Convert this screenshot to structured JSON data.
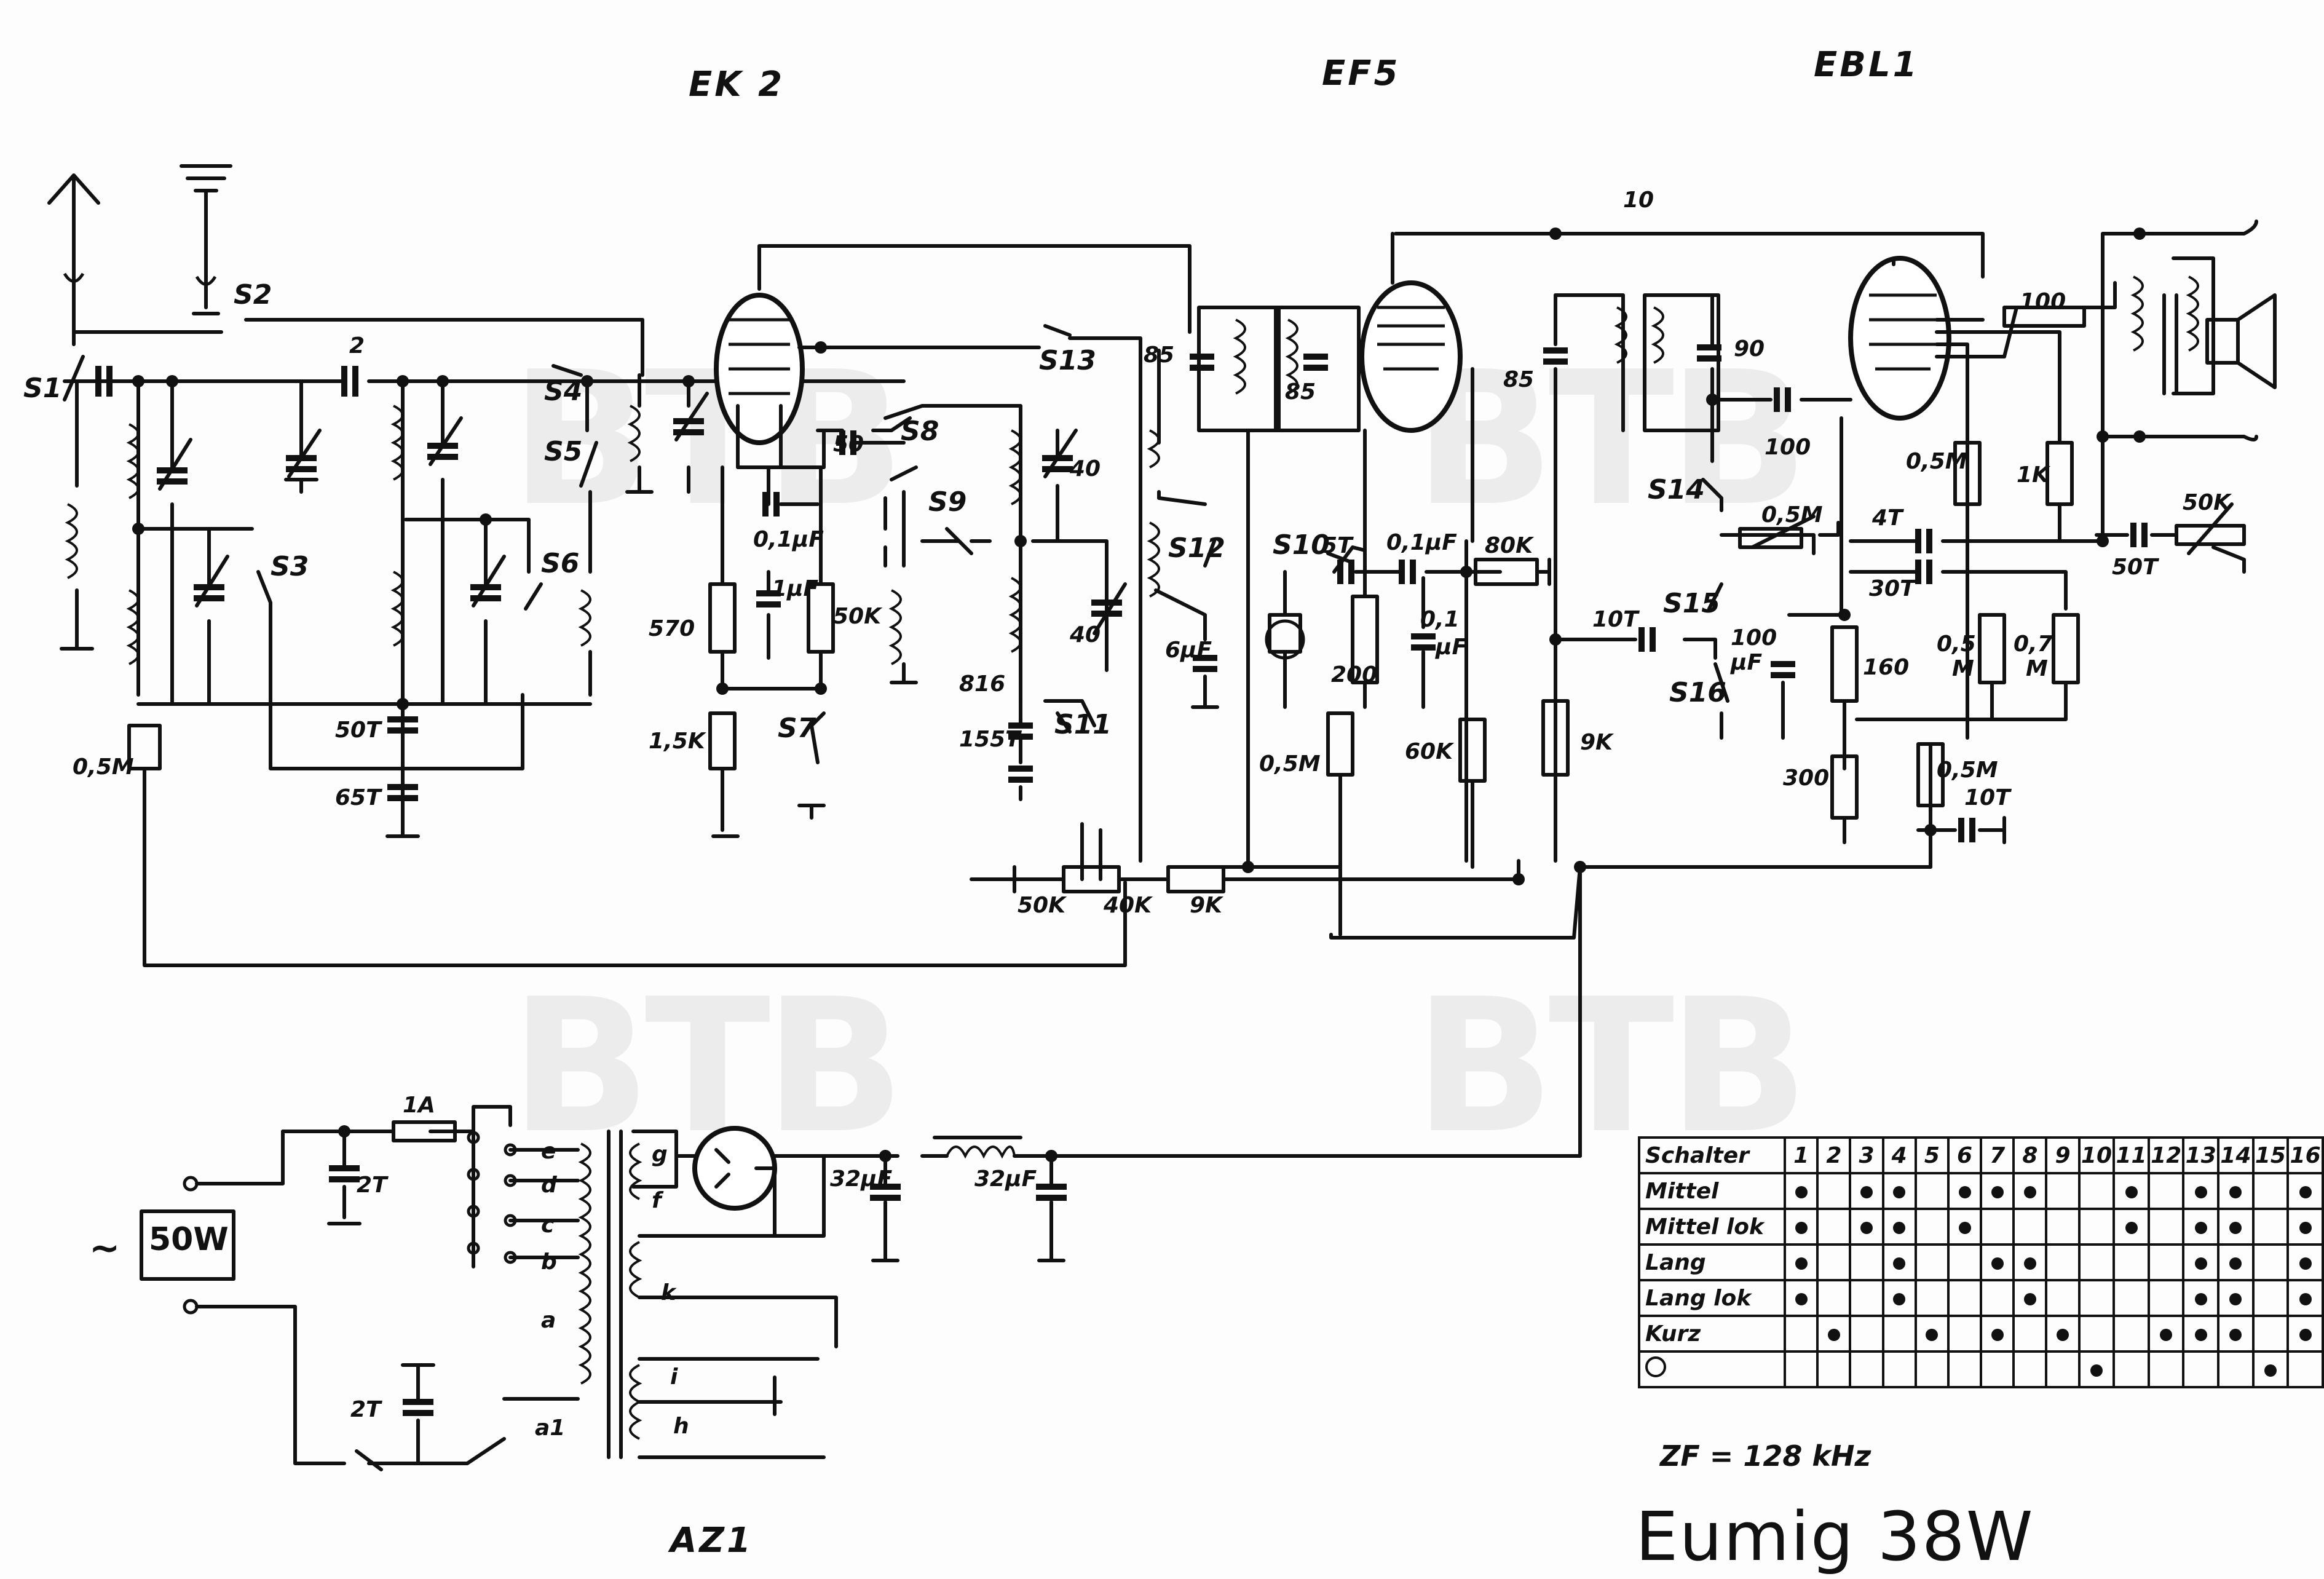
{
  "tubes": {
    "mixer": "EK 2",
    "if_amp": "EF5",
    "output": "EBL1",
    "rectifier": "AZ1"
  },
  "labels": {
    "s1": "S1",
    "s2": "S2",
    "s3": "S3",
    "s4": "S4",
    "s5": "S5",
    "s6": "S6",
    "s7": "S7",
    "s8": "S8",
    "s9": "S9",
    "s10": "S10",
    "s11": "S11",
    "s12": "S12",
    "s13": "S13",
    "s14": "S14",
    "s15": "S15",
    "s16": "S16",
    "c2": "2",
    "c50t": "50T",
    "c65t": "65T",
    "r05m_a": "0,5M",
    "r570": "570",
    "r15k": "1,5K",
    "r50k_a": "50K",
    "c01uf_a": "0,1μF",
    "c1uf": "1μF",
    "c50": "50",
    "c40_a": "40",
    "c40_b": "40",
    "c816": "816",
    "c155t": "155T",
    "c85_a": "85",
    "c85_b": "85",
    "c6uf": "6μF",
    "c5t": "5T",
    "c01uf_b": "0,1μF",
    "r80k": "80K",
    "r200": "200",
    "c01_c": "0,1",
    "c01_c_unit": "μF",
    "r05m_b": "0,5M",
    "r60k": "60K",
    "c85_c": "85",
    "c10": "10",
    "c90": "90",
    "c100_a": "100",
    "r9k_a": "9K",
    "c10t_a": "10T",
    "c100uf": "100",
    "c100uf_unit": "μF",
    "r160": "160",
    "r300": "300",
    "r05m_c": "0,5M",
    "r05m_d": "0,5",
    "r05m_d_unit": "M",
    "r07m": "0,7",
    "r07m_unit": "M",
    "r1k": "1K",
    "r100_b": "100",
    "r05m_pot": "0,5M",
    "c4t": "4T",
    "c30t": "30T",
    "c10t_b": "10T",
    "r05m_e": "0,5M",
    "r50k_pot": "50K",
    "c50t_b": "50T",
    "r50k_b": "50K",
    "r40k": "40K",
    "r9k_b": "9K",
    "fuse": "1A",
    "c2t_a": "2T",
    "c2t_b": "2T",
    "c32uf_a": "32μF",
    "c32uf_b": "32μF",
    "power": "50W",
    "mains": "~",
    "tap_e": "e",
    "tap_d": "d",
    "tap_c": "c",
    "tap_b": "b",
    "tap_a": "a",
    "tap_a1": "a1",
    "tap_g": "g",
    "tap_f": "f",
    "tap_k": "k",
    "tap_i": "i",
    "tap_h": "h"
  },
  "switch_table": {
    "header": "Schalter",
    "columns": [
      "1",
      "2",
      "3",
      "4",
      "5",
      "6",
      "7",
      "8",
      "9",
      "10",
      "11",
      "12",
      "13",
      "14",
      "15",
      "16"
    ],
    "rows": [
      {
        "label": "Mittel",
        "on": [
          1,
          3,
          4,
          6,
          7,
          8,
          11,
          13,
          14,
          16
        ]
      },
      {
        "label": "Mittel lok",
        "on": [
          1,
          3,
          4,
          6,
          11,
          13,
          14,
          16
        ]
      },
      {
        "label": "Lang",
        "on": [
          1,
          4,
          7,
          8,
          13,
          14,
          16
        ]
      },
      {
        "label": "Lang lok",
        "on": [
          1,
          4,
          8,
          13,
          14,
          16
        ]
      },
      {
        "label": "Kurz",
        "on": [
          2,
          5,
          7,
          9,
          12,
          13,
          14,
          16
        ]
      },
      {
        "label": "magic-eye",
        "on": [
          10,
          15
        ]
      }
    ]
  },
  "zf_note": "ZF = 128 kHz",
  "title": "Eumig 38W",
  "watermark": "BTB"
}
